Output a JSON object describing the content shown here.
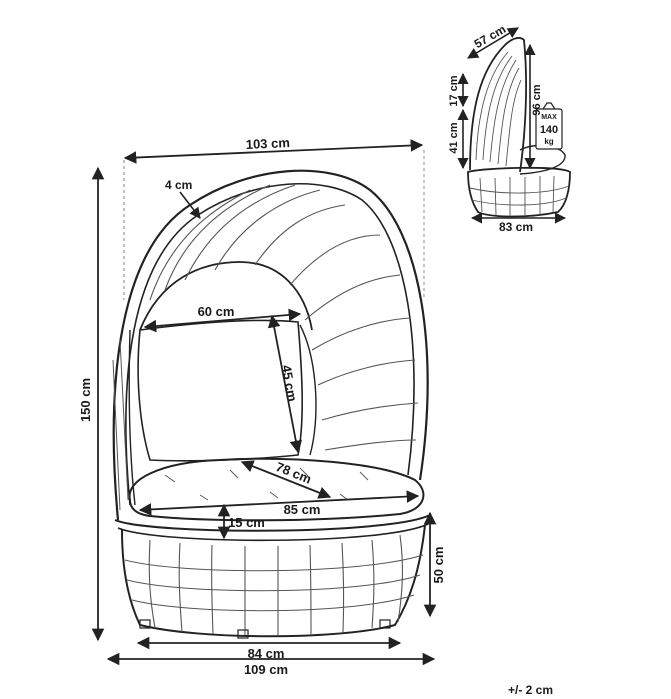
{
  "main_view": {
    "width_top": "103 cm",
    "frame_thickness": "4 cm",
    "opening_width": "60 cm",
    "cushion_height": "45 cm",
    "seat_depth": "78 cm",
    "seat_width": "85 cm",
    "cushion_thickness": "15 cm",
    "total_height": "150 cm",
    "base_height": "50 cm",
    "base_width": "84 cm",
    "total_width": "109 cm"
  },
  "side_view": {
    "top_depth": "57 cm",
    "hood_height": "17 cm",
    "backrest_height": "41 cm",
    "full_height": "96 cm",
    "depth": "83 cm",
    "max_load_label": "MAX",
    "max_load_value": "140",
    "max_load_unit": "kg"
  },
  "tolerance": "+/- 2 cm"
}
